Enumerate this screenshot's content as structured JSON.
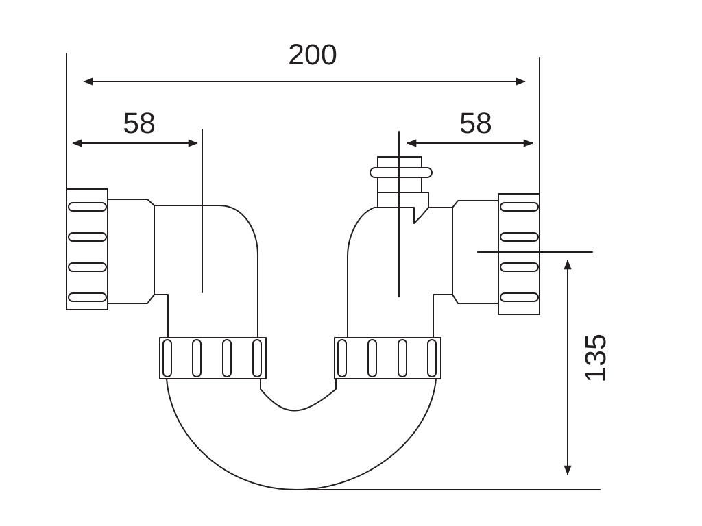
{
  "dimensions": {
    "overall_width": "200",
    "left_offset": "58",
    "right_offset": "58",
    "height": "135"
  }
}
